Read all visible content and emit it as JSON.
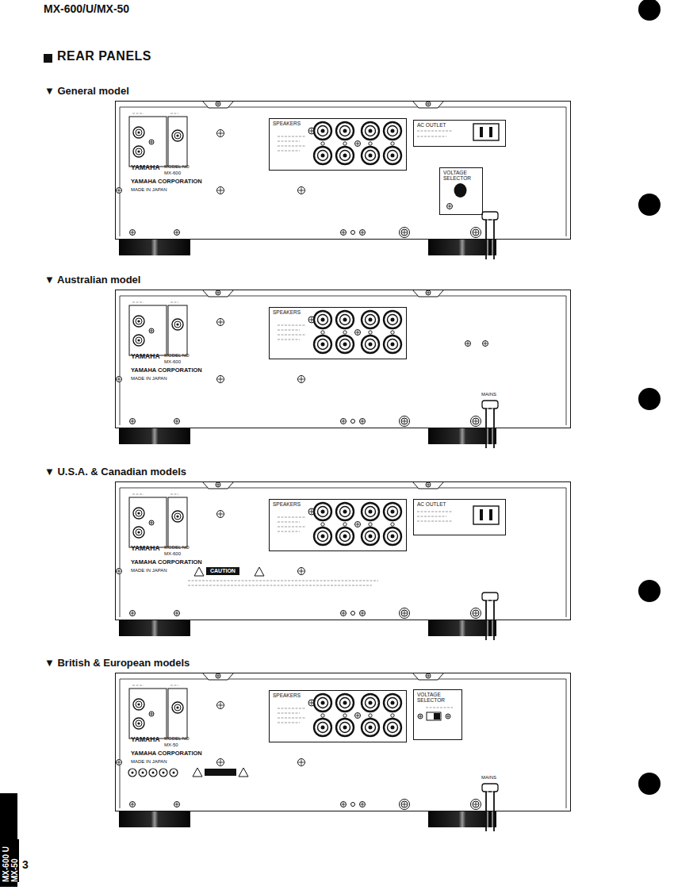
{
  "diagram": {
    "title": "REAR PANELS",
    "nodes": [
      {
        "text": [
          "▼ General model"
        ]
      },
      {
        "text": [
          "SPEAKERS"
        ],
        "in": 0
      },
      {
        "text": [
          "AC OUTLET"
        ],
        "in": 0
      },
      {
        "text": [
          "VOLTAGE SELECTOR"
        ],
        "in": 0
      },
      {
        "text": [
          "▼ Australian model"
        ]
      },
      {
        "text": [
          "SPEAKERS"
        ],
        "in": 4
      },
      {
        "text": [
          "▼ U.S.A. & Canadian models"
        ]
      },
      {
        "text": [
          "SPEAKERS"
        ],
        "in": 6
      },
      {
        "text": [
          "AC OUTLET"
        ],
        "in": 6
      },
      {
        "text": [
          "▼ British & European models"
        ]
      },
      {
        "text": [
          "SPEAKERS"
        ],
        "in": 9
      },
      {
        "text": [
          "VOLTAGE SELECTOR"
        ],
        "in": 9
      }
    ],
    "labels": [
      "MX-600/U/MX-50",
      "YAMAHA",
      "MODEL NO",
      "MX-600",
      "YAMAHA CORPORATION",
      "MADE IN JAPAN",
      "YAMAHA",
      "MODEL NO",
      "MX-600",
      "YAMAHA CORPORATION",
      "MADE IN JAPAN",
      "YAMAHA",
      "MODEL NO",
      "MX-600",
      "YAMAHA CORPORATION",
      "MADE IN JAPAN",
      "YAMAHA",
      "MODEL NO",
      "MX-50",
      "YAMAHA CORPORATION",
      "MADE IN JAPAN",
      "MAINS",
      "MAINS",
      "CAUTION",
      "MX-600 U MX-50",
      "3"
    ]
  }
}
